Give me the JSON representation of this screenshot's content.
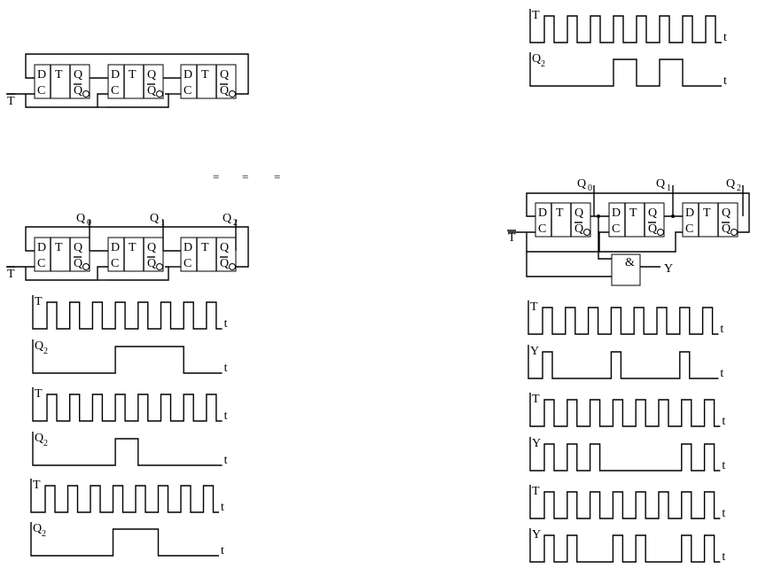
{
  "ff": {
    "d": "D",
    "t": "T",
    "q": "Q",
    "c": "C",
    "qbar": "Q"
  },
  "labels": {
    "T": "T",
    "t": "t",
    "Q": "Q",
    "Y": "Y",
    "and_sym": "&",
    "tbar": "T"
  },
  "subs": {
    "q0": "0",
    "q1": "1",
    "q2": "2"
  },
  "equals": [
    "=",
    "=",
    "="
  ],
  "timing": [
    {
      "id": "tr-q2",
      "signal": "Q",
      "sub": "2",
      "high": [
        [
          3,
          4
        ],
        [
          5,
          6
        ]
      ]
    },
    {
      "id": "bl-q2-a",
      "signal": "Q",
      "sub": "2",
      "high": [
        [
          3,
          6
        ]
      ]
    },
    {
      "id": "bl-q2-b",
      "signal": "Q",
      "sub": "2",
      "high": [
        [
          3,
          4
        ]
      ]
    },
    {
      "id": "bl-q2-c",
      "signal": "Q",
      "sub": "2",
      "high": [
        [
          3,
          5
        ]
      ]
    },
    {
      "id": "br-y-a",
      "signal": "Y",
      "sub": "",
      "high": [
        [
          0,
          1
        ],
        [
          3,
          4
        ],
        [
          6,
          7
        ]
      ]
    },
    {
      "id": "br-y-b",
      "signal": "Y",
      "sub": "",
      "high": [
        [
          0,
          1
        ],
        [
          1,
          2
        ],
        [
          2,
          3
        ],
        [
          6,
          7
        ],
        [
          7,
          8
        ]
      ]
    },
    {
      "id": "br-y-c",
      "signal": "Y",
      "sub": "",
      "high": [
        [
          0,
          1
        ],
        [
          1,
          2
        ],
        [
          3,
          4
        ],
        [
          4,
          5
        ],
        [
          6,
          7
        ],
        [
          7,
          8
        ]
      ]
    }
  ]
}
